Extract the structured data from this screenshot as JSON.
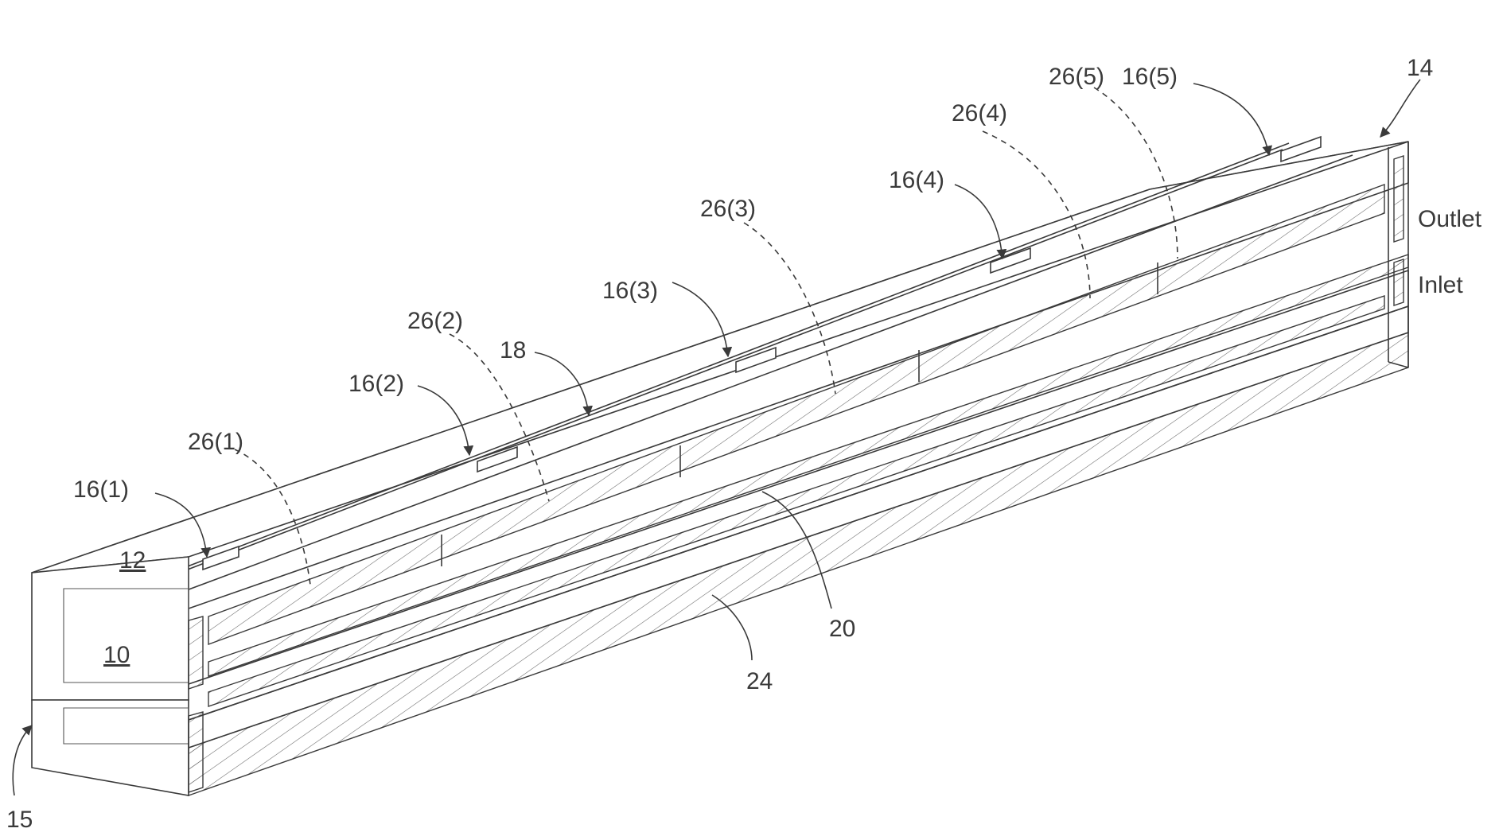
{
  "labels": {
    "l14": "14",
    "l15": "15",
    "l10": "10",
    "l12": "12",
    "l18": "18",
    "l20": "20",
    "l24": "24",
    "l16_1": "16(1)",
    "l16_2": "16(2)",
    "l16_3": "16(3)",
    "l16_4": "16(4)",
    "l16_5": "16(5)",
    "l26_1": "26(1)",
    "l26_2": "26(2)",
    "l26_3": "26(3)",
    "l26_4": "26(4)",
    "l26_5": "26(5)",
    "outlet": "Outlet",
    "inlet": "Inlet"
  }
}
